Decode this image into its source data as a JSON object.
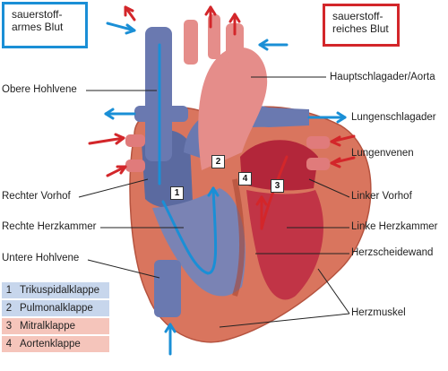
{
  "legend_boxes": {
    "deoxygenated": "sauerstoff-\narmes Blut",
    "oxygenated": "sauerstoff-\nreiches Blut"
  },
  "labels": {
    "superior_vena_cava": "Obere Hohlvene",
    "aorta": "Hauptschlagader/Aorta",
    "pulmonary_artery": "Lungenschlagader",
    "pulmonary_veins": "Lungenvenen",
    "right_atrium": "Rechter Vorhof",
    "left_atrium": "Linker Vorhof",
    "right_ventricle": "Rechte Herzkammer",
    "left_ventricle": "Linke Herzkammer",
    "inferior_vena_cava": "Untere Hohlvene",
    "septum": "Herzscheidewand",
    "myocardium": "Herzmuskel"
  },
  "valves": [
    {
      "num": "1",
      "name": "Trikuspidalklappe",
      "group": "blue"
    },
    {
      "num": "2",
      "name": "Pulmonalklappe",
      "group": "blue"
    },
    {
      "num": "3",
      "name": "Mitralklappe",
      "group": "red"
    },
    {
      "num": "4",
      "name": "Aortenklappe",
      "group": "red"
    }
  ],
  "colors": {
    "blue_flow": "#1a8fd6",
    "red_flow": "#d3262a",
    "deoxy_tissue": "#5b6aa0",
    "oxy_tissue": "#b3263a",
    "muscle": "#d9755e"
  }
}
